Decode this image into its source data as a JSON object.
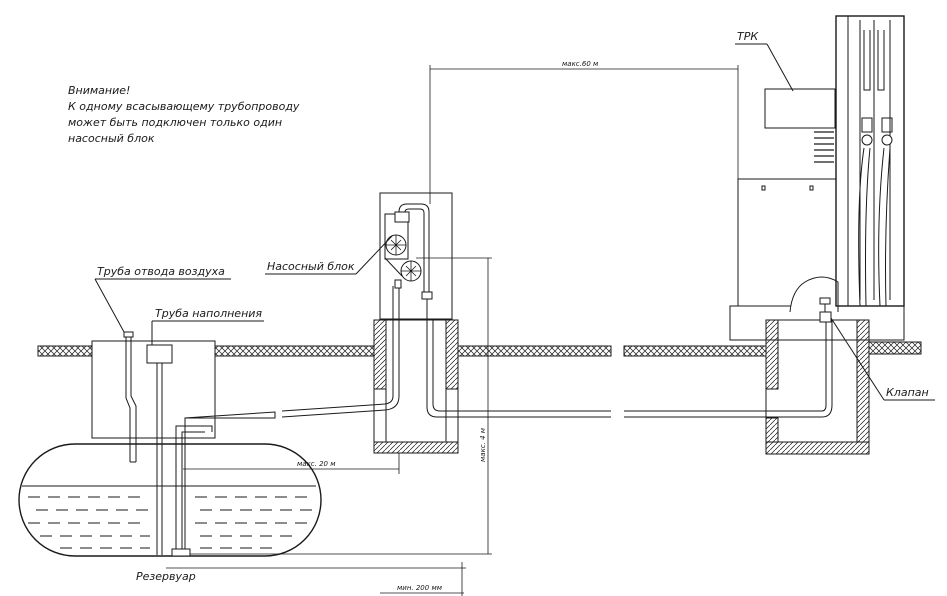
{
  "notice": {
    "line1": "Внимание!",
    "line2": "К одному всасывающему трубопроводу",
    "line3": "может быть подключен только один",
    "line4": "насосный блок"
  },
  "labels": {
    "air_pipe": "Труба отвода воздуха",
    "fill_pipe": "Труба наполнения",
    "pump_block": "Насосный блок",
    "trk": "ТРК",
    "valve": "Клапан",
    "tank": "Резервуар"
  },
  "dimensions": {
    "max_60": "макс.60 м",
    "max_20": "макс. 20 м",
    "max_4": "макс. 4 м",
    "min_200": "мин. 200 мм"
  }
}
